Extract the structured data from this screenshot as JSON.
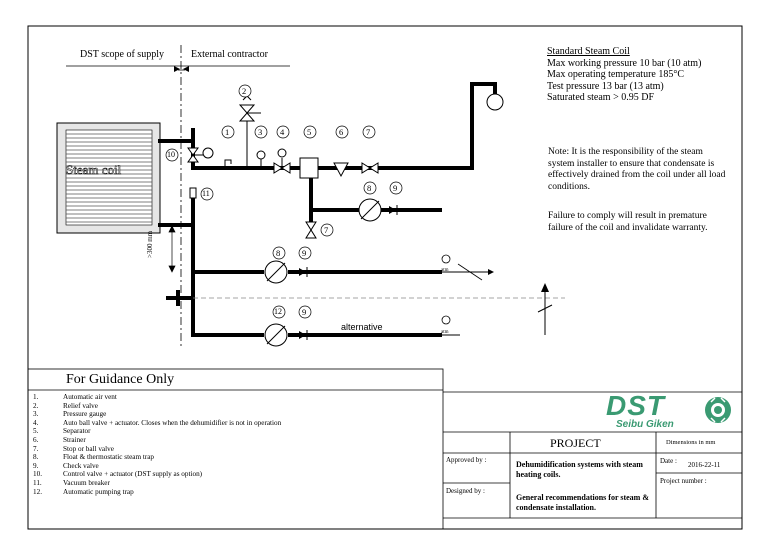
{
  "scope": {
    "left_label": "DST scope of supply",
    "right_label": "External contractor"
  },
  "coil": {
    "label": "Steam coil",
    "drop_label": ">300 mm"
  },
  "pipe_labels": {
    "alternative": "alternative",
    "atm": "atm"
  },
  "callouts": {
    "n1": "1",
    "n2": "2",
    "n3": "3",
    "n4": "4",
    "n5": "5",
    "n6": "6",
    "n7": "7",
    "n7b": "7",
    "n8a": "8",
    "n8b": "8",
    "n9a": "9",
    "n9b": "9",
    "n9c": "9",
    "n10": "10",
    "n11": "11",
    "n12": "12"
  },
  "spec": {
    "heading": "Standard Steam Coil",
    "lines": [
      "Max working pressure 10 bar (10 atm)",
      "Max operating temperature 185°C",
      "Test pressure 13 bar (13 atm)",
      "Saturated steam > 0.95 DF"
    ]
  },
  "notes": {
    "note1": "Note: It is the responsibility of the steam system installer to ensure that condensate is effectively drained from the coil under all load conditions.",
    "note2": "Failure to comply will result in premature failure of the coil and invalidate warranty."
  },
  "legend": {
    "title": "For Guidance Only",
    "items": [
      {
        "num": "1.",
        "text": "Automatic air vent"
      },
      {
        "num": "2.",
        "text": "Relief valve"
      },
      {
        "num": "3.",
        "text": "Pressure gauge"
      },
      {
        "num": "4.",
        "text": "Auto ball valve + actuator. Closes when the dehumidifier is not in operation"
      },
      {
        "num": "5.",
        "text": "Separator"
      },
      {
        "num": "6.",
        "text": "Strainer"
      },
      {
        "num": "7.",
        "text": "Stop or ball valve"
      },
      {
        "num": "8.",
        "text": "Float & thermostatic steam trap"
      },
      {
        "num": "9.",
        "text": "Check valve"
      },
      {
        "num": "10.",
        "text": "Control valve + actuator (DST supply as option)"
      },
      {
        "num": "11.",
        "text": "Vacuum breaker"
      },
      {
        "num": "12.",
        "text": "Automatic pumping trap"
      }
    ]
  },
  "title_block": {
    "logo_text": "DST",
    "logo_sub": "Seibu Giken",
    "brand_color": "#3a9a72",
    "project": "PROJECT",
    "dimensions": "Dimensions in mm",
    "approved_by": "Approved by :",
    "designed_by": "Designed by :",
    "title1": "Dehumidification systems with steam heating coils.",
    "title2": "General recommendations for steam & condensate installation.",
    "date_label": "Date :",
    "date_value": "2016-22-11",
    "project_number": "Project number :"
  }
}
